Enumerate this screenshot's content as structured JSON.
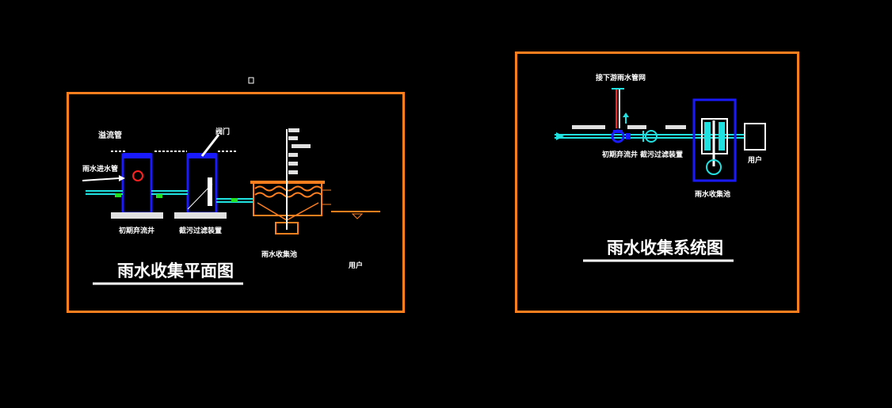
{
  "left_drawing": {
    "title": "雨水收集平面图",
    "labels": {
      "inlet_pipe": "雨水进水管",
      "overflow": "溢流管",
      "valve": "阀门",
      "well_1": "初期弃流井",
      "well_2": "截污过滤装置",
      "tank": "雨水收集池",
      "user": "用户"
    }
  },
  "right_drawing": {
    "title": "雨水收集系统图",
    "labels": {
      "top_pipe": "接下游雨水管网",
      "well_1": "初期弃流井",
      "well_2": "截污过滤装置",
      "tank": "雨水收集池",
      "user": "用户"
    }
  },
  "colors": {
    "frame": "#ff7f1e",
    "pipe": "#20e0e0",
    "wall": "#1a1aff",
    "valve": "#ff2020",
    "text": "#ffffff"
  }
}
